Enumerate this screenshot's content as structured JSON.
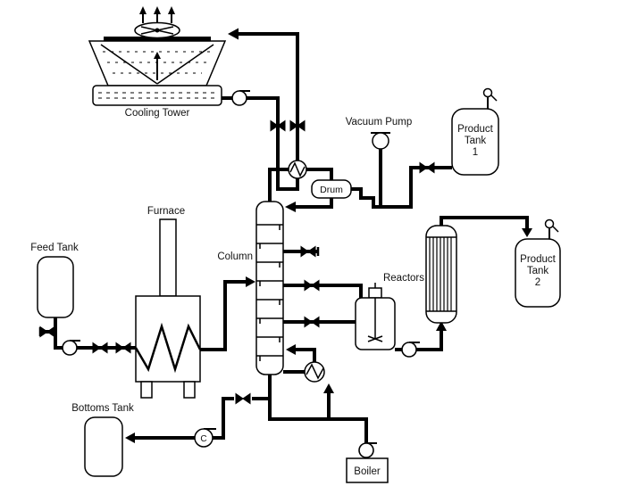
{
  "diagram": {
    "background": "#ffffff",
    "line_color": "#000000"
  },
  "labels": {
    "cooling_tower": "Cooling Tower",
    "vacuum_pump": "Vacuum Pump",
    "drum": "Drum",
    "product_tank_1": [
      "Product",
      "Tank",
      "1"
    ],
    "product_tank_2": [
      "Product",
      "Tank",
      "2"
    ],
    "furnace": "Furnace",
    "column": "Column",
    "feed_tank": "Feed Tank",
    "reactors": "Reactors",
    "bottoms_tank": "Bottoms Tank",
    "boiler": "Boiler",
    "pump_c": "C"
  }
}
